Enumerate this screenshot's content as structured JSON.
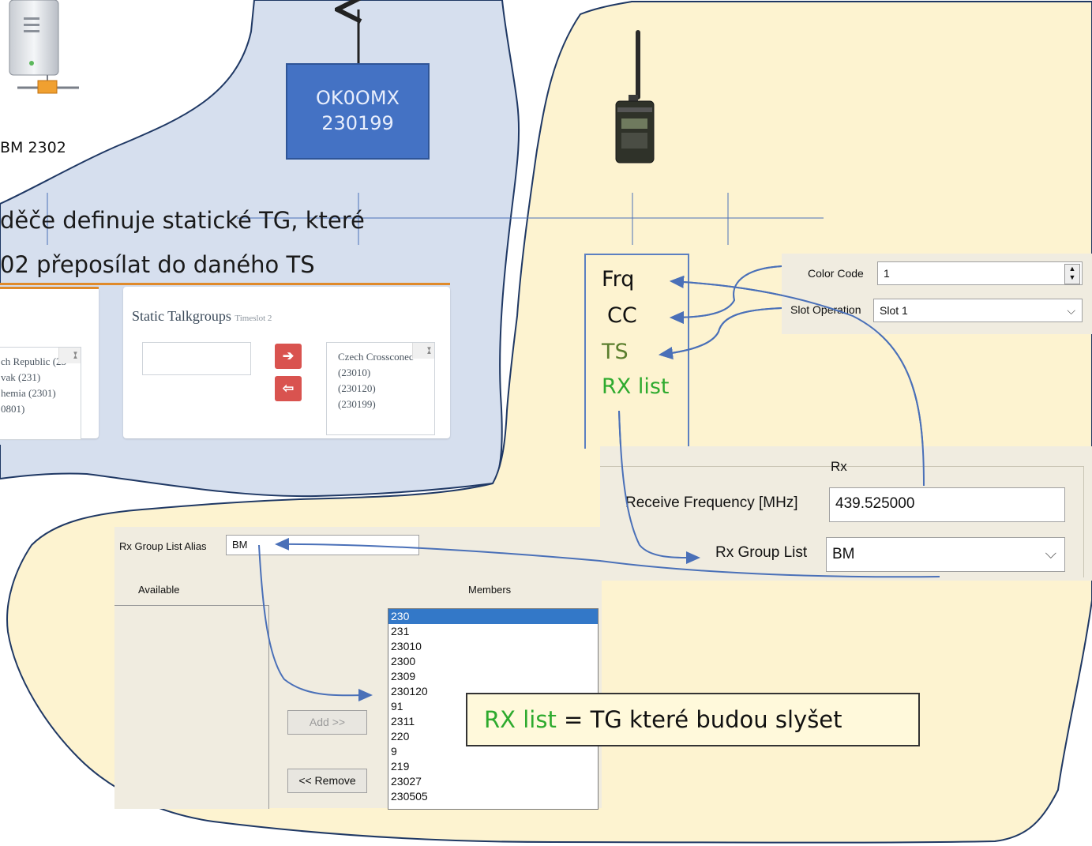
{
  "repeater": {
    "callsign": "OK0OMX",
    "id": "230199"
  },
  "server": {
    "label": "BM 2302"
  },
  "description": {
    "line1": "děče definuje statické TG, které",
    "line2": "02 přeposílat do daného TS"
  },
  "brandmeister": {
    "left_list": [
      "ch Republic (23",
      "vak (231)",
      "hemia (2301)",
      "0801)"
    ],
    "static_title": "Static Talkgroups",
    "static_subtitle": "Timeslot 2",
    "right_list": [
      "Czech Crossconec",
      "(23010)",
      "(230120)",
      "(230199)"
    ],
    "btn_add_glyph": "➔",
    "btn_remove_glyph": "⇦"
  },
  "params": {
    "items": [
      "Frq",
      "CC",
      "TS",
      "RX list"
    ],
    "colors": {
      "Frq": "#111111",
      "CC": "#111111",
      "TS": "#5b7e2e",
      "RX list": "#2eaa2e"
    }
  },
  "cps": {
    "color_code_label": "Color Code",
    "color_code_value": "1",
    "slot_operation_label": "Slot Operation",
    "slot_operation_value": "Slot 1"
  },
  "rx": {
    "section_title": "Rx",
    "receive_frequency_label": "Receive Frequency [MHz]",
    "receive_frequency_value": "439.525000",
    "rx_group_list_label": "Rx Group List",
    "rx_group_list_value": "BM"
  },
  "rx_group": {
    "alias_label": "Rx Group List Alias",
    "alias_value": "BM",
    "available_label": "Available",
    "members_label": "Members",
    "add_button": "Add >>",
    "remove_button": "<< Remove",
    "members": [
      "230",
      "231",
      "23010",
      "2300",
      "2309",
      "230120",
      "91",
      "2311",
      "220",
      "9",
      "219",
      "23027",
      "230505"
    ],
    "selected_member": "230"
  },
  "note": {
    "highlight": "RX list",
    "rest": " = TG které budou slyšet",
    "highlight_color": "#2eaa2e"
  }
}
